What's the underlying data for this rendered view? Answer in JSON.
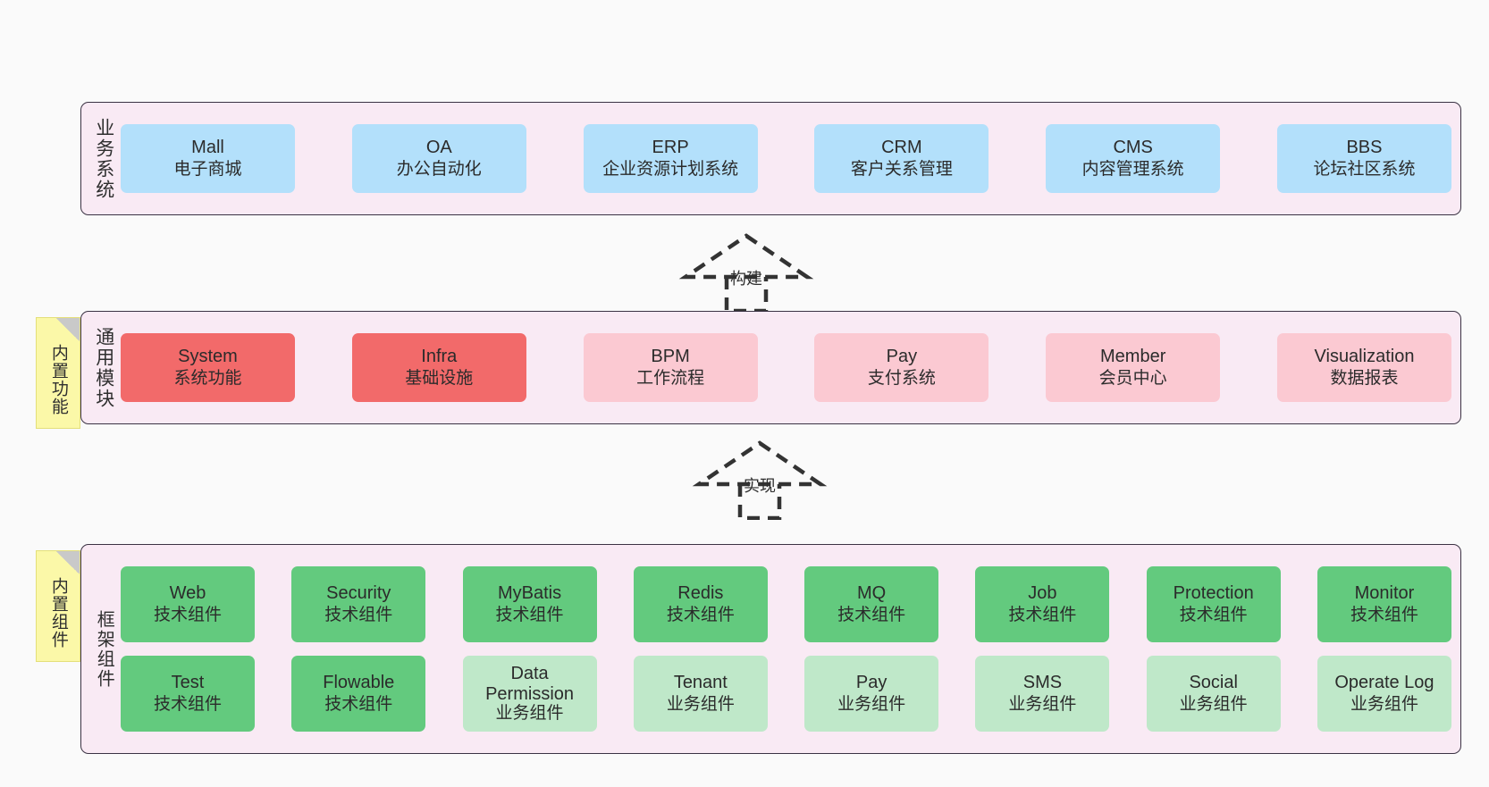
{
  "diagram": {
    "background": "#fafafa",
    "layer_bg": "#f9eaf4",
    "layer_border": "#3b3344"
  },
  "layers": [
    {
      "id": "business-system",
      "title": "业务系统",
      "rows": [
        [
          {
            "en": "Mall",
            "cn": "电子商城",
            "color": "#b3e0fb"
          },
          {
            "en": "OA",
            "cn": "办公自动化",
            "color": "#b3e0fb"
          },
          {
            "en": "ERP",
            "cn": "企业资源计划系统",
            "color": "#b3e0fb"
          },
          {
            "en": "CRM",
            "cn": "客户关系管理",
            "color": "#b3e0fb"
          },
          {
            "en": "CMS",
            "cn": "内容管理系统",
            "color": "#b3e0fb"
          },
          {
            "en": "BBS",
            "cn": "论坛社区系统",
            "color": "#b3e0fb"
          }
        ]
      ]
    },
    {
      "id": "common-module",
      "title": "通用模块",
      "note": "内置功能",
      "rows": [
        [
          {
            "en": "System",
            "cn": "系统功能",
            "color": "#f26a6a"
          },
          {
            "en": "Infra",
            "cn": "基础设施",
            "color": "#f26a6a"
          },
          {
            "en": "BPM",
            "cn": "工作流程",
            "color": "#fbc9d2"
          },
          {
            "en": "Pay",
            "cn": "支付系统",
            "color": "#fbc9d2"
          },
          {
            "en": "Member",
            "cn": "会员中心",
            "color": "#fbc9d2"
          },
          {
            "en": "Visualization",
            "cn": "数据报表",
            "color": "#fbc9d2"
          }
        ]
      ]
    },
    {
      "id": "framework-component",
      "title": "框架组件",
      "note": "内置组件",
      "rows": [
        [
          {
            "en": "Web",
            "cn": "技术组件",
            "color": "#63ca7e"
          },
          {
            "en": "Security",
            "cn": "技术组件",
            "color": "#63ca7e"
          },
          {
            "en": "MyBatis",
            "cn": "技术组件",
            "color": "#63ca7e"
          },
          {
            "en": "Redis",
            "cn": "技术组件",
            "color": "#63ca7e"
          },
          {
            "en": "MQ",
            "cn": "技术组件",
            "color": "#63ca7e"
          },
          {
            "en": "Job",
            "cn": "技术组件",
            "color": "#63ca7e"
          },
          {
            "en": "Protection",
            "cn": "技术组件",
            "color": "#63ca7e"
          },
          {
            "en": "Monitor",
            "cn": "技术组件",
            "color": "#63ca7e"
          }
        ],
        [
          {
            "en": "Test",
            "cn": "技术组件",
            "color": "#63ca7e"
          },
          {
            "en": "Flowable",
            "cn": "技术组件",
            "color": "#63ca7e"
          },
          {
            "en": "Data Permission",
            "cn": "业务组件",
            "color": "#bfe8c9"
          },
          {
            "en": "Tenant",
            "cn": "业务组件",
            "color": "#bfe8c9"
          },
          {
            "en": "Pay",
            "cn": "业务组件",
            "color": "#bfe8c9"
          },
          {
            "en": "SMS",
            "cn": "业务组件",
            "color": "#bfe8c9"
          },
          {
            "en": "Social",
            "cn": "业务组件",
            "color": "#bfe8c9"
          },
          {
            "en": "Operate Log",
            "cn": "业务组件",
            "color": "#bfe8c9"
          }
        ]
      ]
    }
  ],
  "connectors": [
    {
      "id": "build",
      "label": "构建"
    },
    {
      "id": "implement",
      "label": "实现"
    }
  ]
}
